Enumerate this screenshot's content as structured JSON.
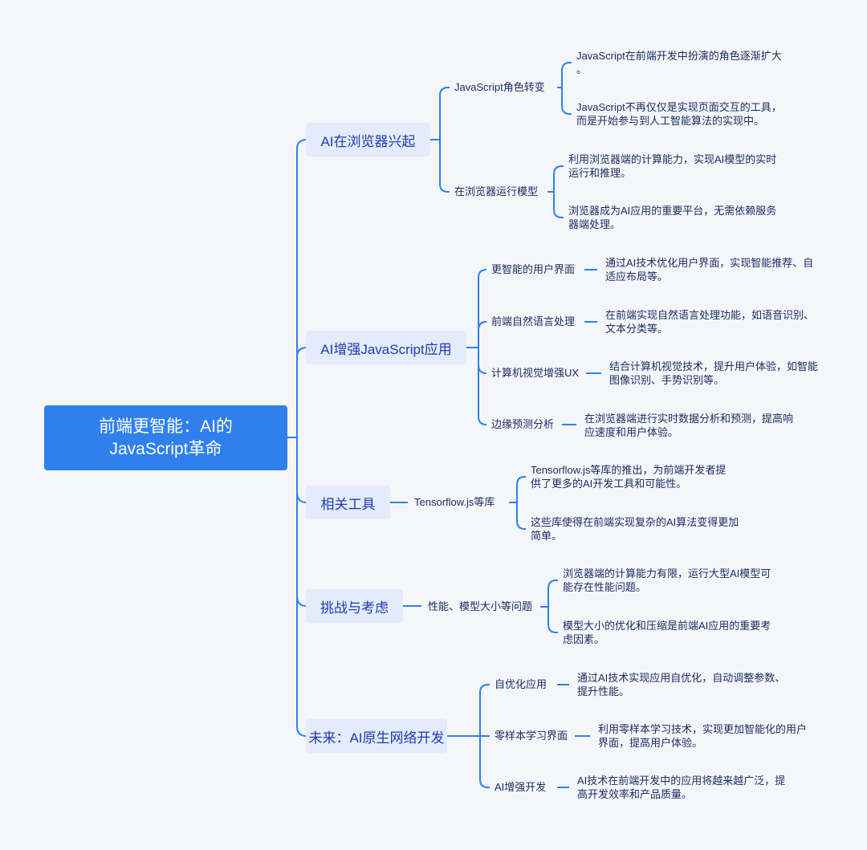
{
  "root": {
    "title": "前端更智能：AI的\nJavaScript革命"
  },
  "branches": [
    {
      "label": "AI在浏览器兴起",
      "children": [
        {
          "label": "JavaScript角色转变",
          "leaves": [
            "JavaScript在前端开发中扮演的角色逐渐扩大\n。",
            "JavaScript不再仅仅是实现页面交互的工具，\n而是开始参与到人工智能算法的实现中。"
          ]
        },
        {
          "label": "在浏览器运行模型",
          "leaves": [
            "利用浏览器端的计算能力，实现AI模型的实时\n运行和推理。",
            "浏览器成为AI应用的重要平台，无需依赖服务\n器端处理。"
          ]
        }
      ]
    },
    {
      "label": "AI增强JavaScript应用",
      "children": [
        {
          "label": "更智能的用户界面",
          "leaves": [
            "通过AI技术优化用户界面，实现智能推荐、自\n适应布局等。"
          ]
        },
        {
          "label": "前端自然语言处理",
          "leaves": [
            "在前端实现自然语言处理功能，如语音识别、\n文本分类等。"
          ]
        },
        {
          "label": "计算机视觉增强UX",
          "leaves": [
            "结合计算机视觉技术，提升用户体验，如智能\n图像识别、手势识别等。"
          ]
        },
        {
          "label": "边缘预测分析",
          "leaves": [
            "在浏览器端进行实时数据分析和预测，提高响\n应速度和用户体验。"
          ]
        }
      ]
    },
    {
      "label": "相关工具",
      "children": [
        {
          "label": "Tensorflow.js等库",
          "leaves": [
            "Tensorflow.js等库的推出，为前端开发者提\n供了更多的AI开发工具和可能性。",
            "这些库使得在前端实现复杂的AI算法变得更加\n简单。"
          ]
        }
      ]
    },
    {
      "label": "挑战与考虑",
      "children": [
        {
          "label": "性能、模型大小等问题",
          "leaves": [
            "浏览器端的计算能力有限，运行大型AI模型可\n能存在性能问题。",
            "模型大小的优化和压缩是前端AI应用的重要考\n虑因素。"
          ]
        }
      ]
    },
    {
      "label": "未来：AI原生网络开发",
      "children": [
        {
          "label": "自优化应用",
          "leaves": [
            "通过AI技术实现应用自优化，自动调整参数、\n提升性能。"
          ]
        },
        {
          "label": "零样本学习界面",
          "leaves": [
            "利用零样本学习技术，实现更加智能化的用户\n界面，提高用户体验。"
          ]
        },
        {
          "label": "AI增强开发",
          "leaves": [
            "AI技术在前端开发中的应用将越来越广泛，提\n高开发效率和产品质量。"
          ]
        }
      ]
    }
  ],
  "colors": {
    "line": "#2f80ed",
    "root_bg": "#2f80ed",
    "branch_bg": "#e4ebfa",
    "background": "#f5f6fa"
  }
}
